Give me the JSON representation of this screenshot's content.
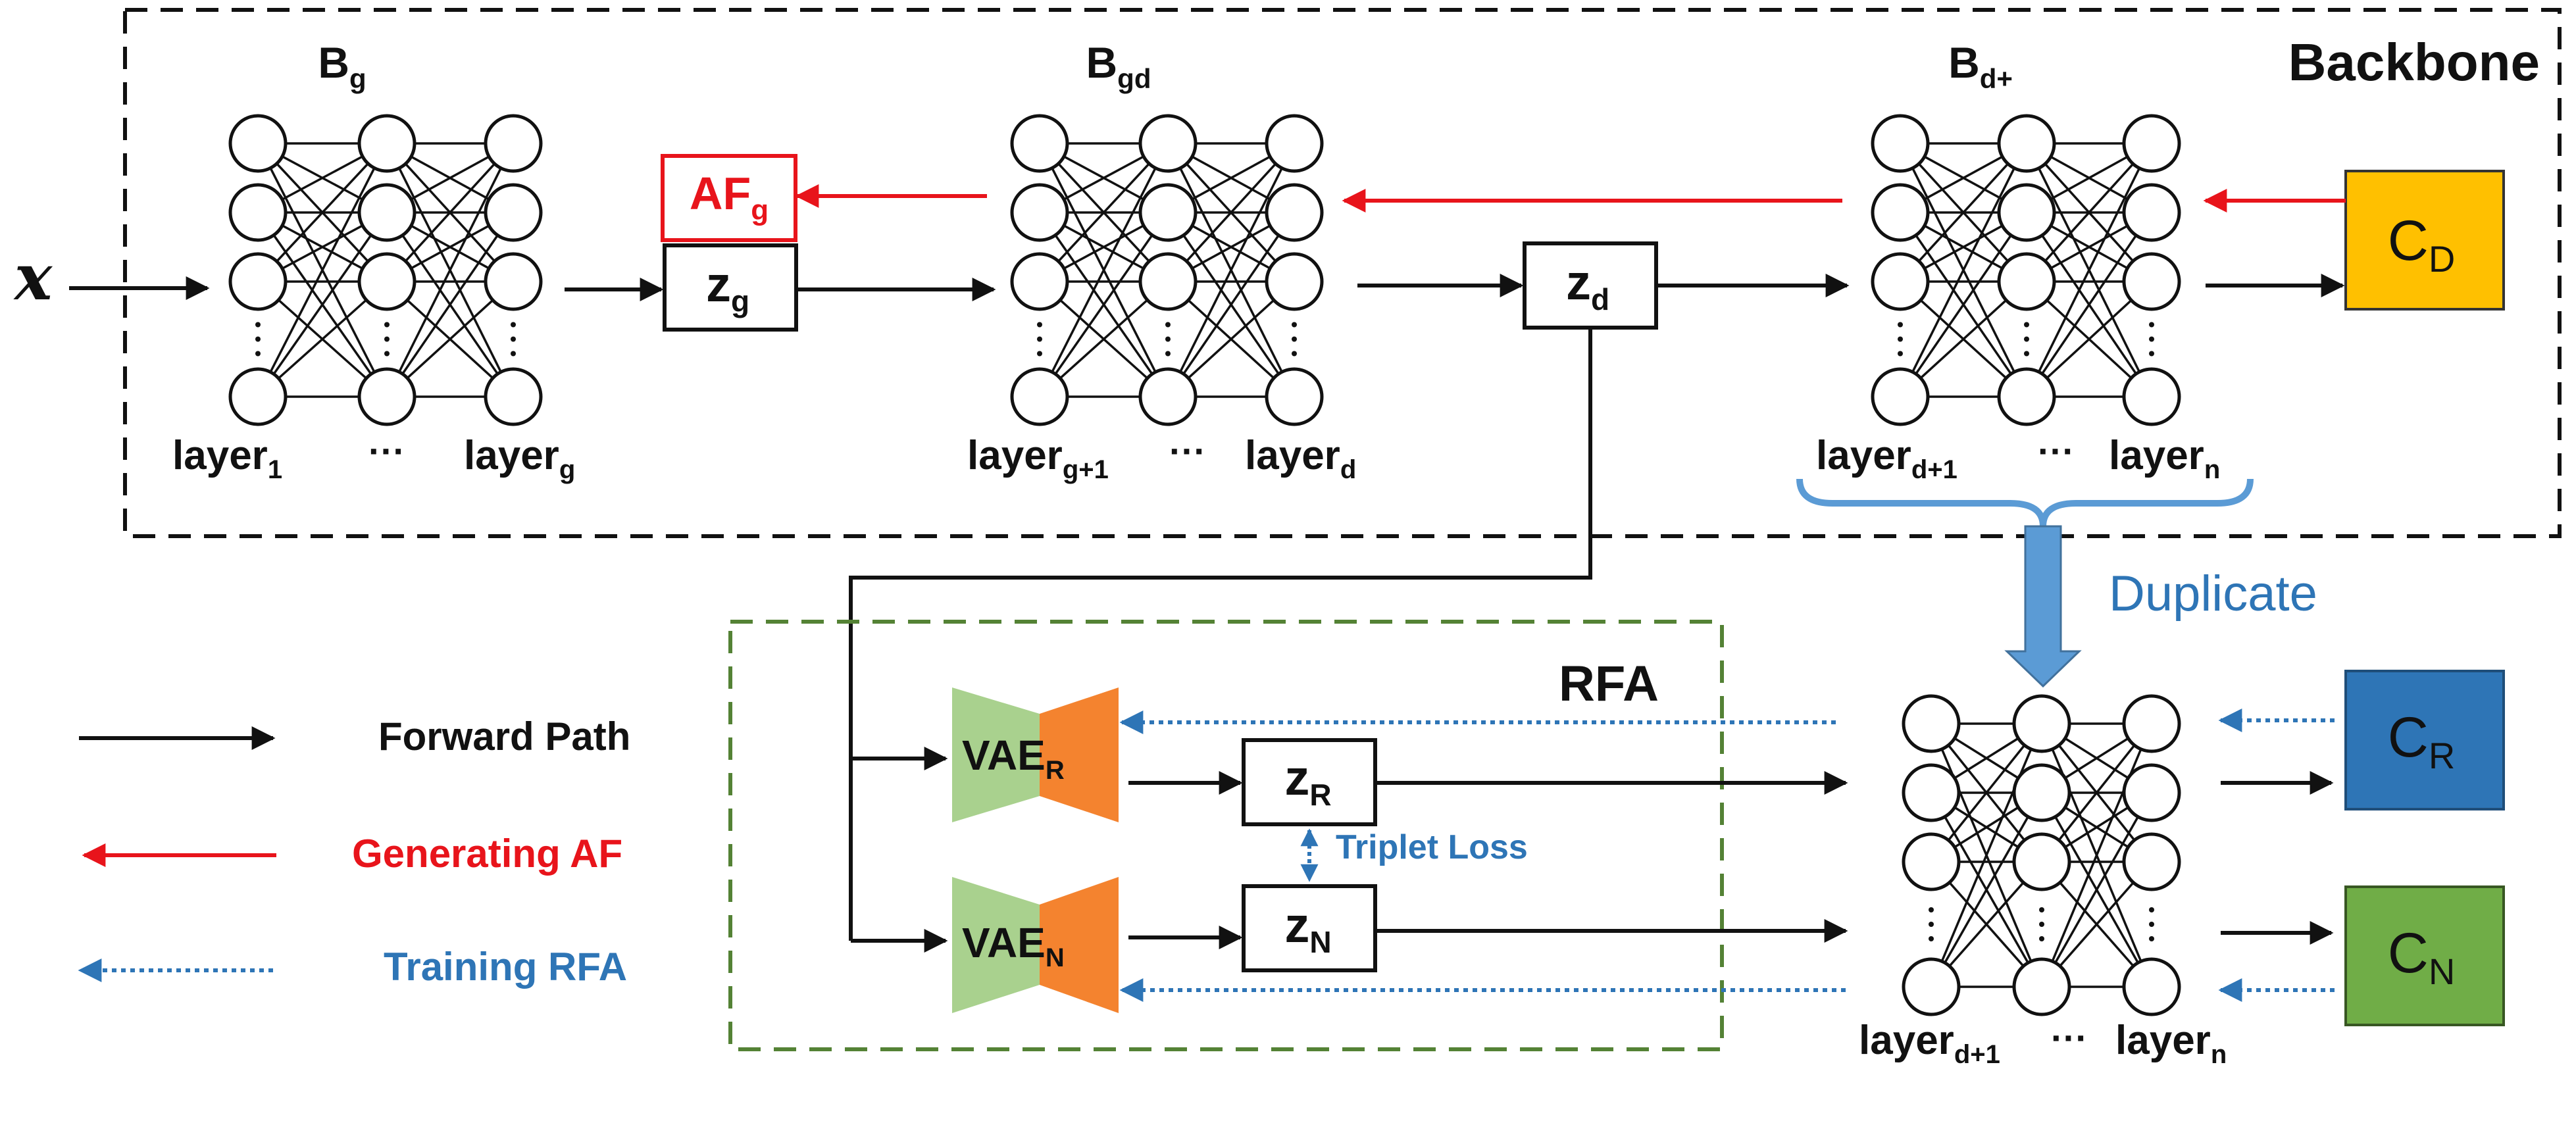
{
  "input": {
    "symbol": "x"
  },
  "backbone": {
    "title": "Backbone",
    "blocks": [
      {
        "name": "B",
        "sub": "g",
        "first_layer": {
          "name": "layer",
          "sub": "1"
        },
        "ellipsis": "···",
        "last_layer": {
          "name": "layer",
          "sub": "g"
        }
      },
      {
        "name": "B",
        "sub": "gd",
        "first_layer": {
          "name": "layer",
          "sub": "g+1"
        },
        "ellipsis": "···",
        "last_layer": {
          "name": "layer",
          "sub": "d"
        }
      },
      {
        "name": "B",
        "sub": "d+",
        "first_layer": {
          "name": "layer",
          "sub": "d+1"
        },
        "ellipsis": "···",
        "last_layer": {
          "name": "layer",
          "sub": "n"
        }
      }
    ],
    "af": {
      "name": "AF",
      "sub": "g"
    },
    "zg": {
      "name": "z",
      "sub": "g"
    },
    "zd": {
      "name": "z",
      "sub": "d"
    },
    "classifier": {
      "name": "C",
      "sub": "D"
    }
  },
  "duplicate": {
    "label": "Duplicate",
    "first_layer": {
      "name": "layer",
      "sub": "d+1"
    },
    "ellipsis": "···",
    "last_layer": {
      "name": "layer",
      "sub": "n"
    }
  },
  "rfa": {
    "title": "RFA",
    "vae_r": {
      "name": "VAE",
      "sub": "R"
    },
    "vae_n": {
      "name": "VAE",
      "sub": "N"
    },
    "zr": {
      "name": "z",
      "sub": "R"
    },
    "zn": {
      "name": "z",
      "sub": "N"
    },
    "triplet_label": "Triplet Loss"
  },
  "classifiers": {
    "cr": {
      "name": "C",
      "sub": "R"
    },
    "cn": {
      "name": "C",
      "sub": "N"
    }
  },
  "legend": {
    "forward": "Forward Path",
    "generating": "Generating AF",
    "training": "Training RFA"
  },
  "colors": {
    "forward": "#111111",
    "generating": "#e8141b",
    "training": "#2e75b6",
    "backbone_border": "#111111",
    "rfa_border": "#548235",
    "vae_encoder": "#a9d18e",
    "vae_decoder": "#f4832f",
    "cd_fill": "#ffc000",
    "cr_fill": "#2e75b6",
    "cn_fill": "#70ad47",
    "duplicate_arrow": "#5b9bd5"
  }
}
